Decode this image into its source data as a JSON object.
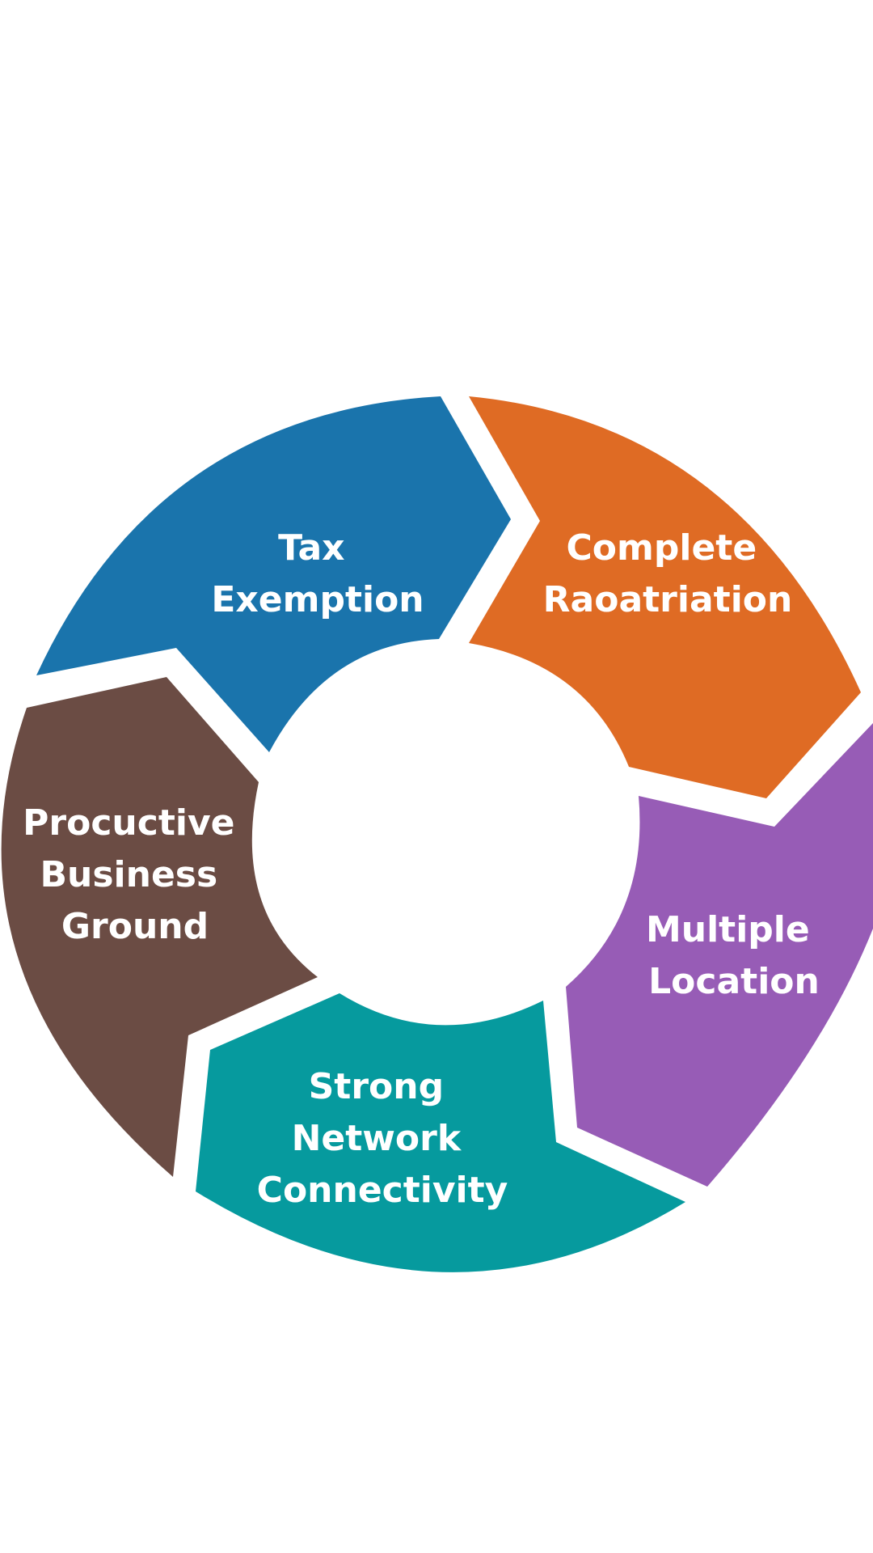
{
  "diagram": {
    "type": "cycle",
    "segments": [
      {
        "id": "tax",
        "lines": [
          "Tax",
          "Exemption"
        ],
        "color": "#1a74ac"
      },
      {
        "id": "repatriation",
        "lines": [
          "Complete",
          "Raoatriation"
        ],
        "color": "#df6b24"
      },
      {
        "id": "location",
        "lines": [
          "Multiple",
          "Location"
        ],
        "color": "#975cb6"
      },
      {
        "id": "network",
        "lines": [
          "Strong",
          "Network",
          "Connectivity"
        ],
        "color": "#069a9e"
      },
      {
        "id": "business",
        "lines": [
          "Procuctive",
          "Business",
          "Ground"
        ],
        "color": "#6b4c44"
      }
    ]
  }
}
